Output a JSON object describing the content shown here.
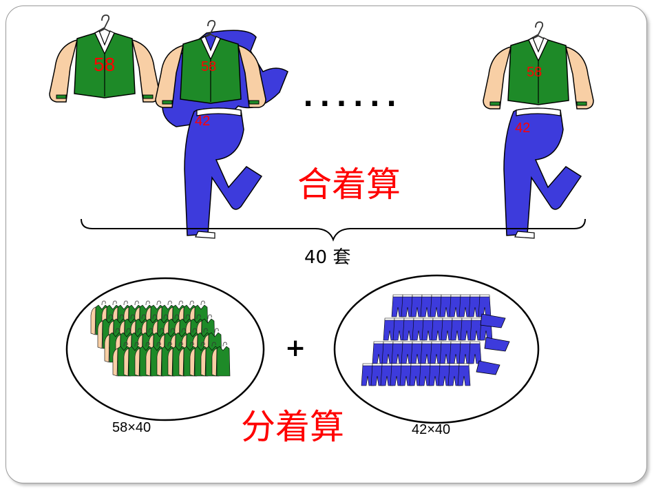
{
  "slide": {
    "dots": "......",
    "combined_label": "合着算",
    "sets_label": "40 套",
    "plus_sign": "+",
    "separate_label": "分着算",
    "jacket_expr": "58×40",
    "pants_expr": "42×40"
  },
  "items": {
    "jacket_price": "58",
    "pants_price": "42"
  },
  "colors": {
    "jacket_body": "#1e8a28",
    "jacket_sleeve": "#f8cfa5",
    "pants": "#3d3bdc",
    "highlight_text": "#ff0000"
  }
}
